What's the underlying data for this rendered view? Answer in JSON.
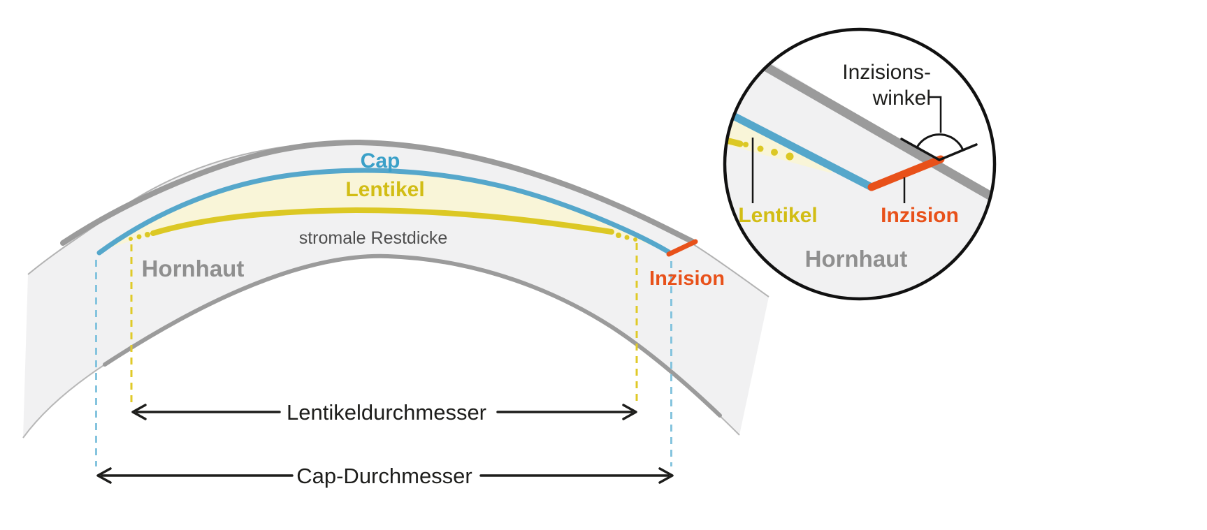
{
  "colors": {
    "blue": "#3aa0c8",
    "blue_dashed": "#85c4de",
    "yellow": "#dcc824",
    "yellow_text": "#d2bd15",
    "yellow_dashed": "#e0ca28",
    "pale_yellow": "#f9f5d8",
    "orange": "#e8511a",
    "gray_line": "#9b9b9b",
    "gray_band": "#f1f1f2",
    "gray_label": "#8f8f8f",
    "dark_gray_label": "#4e4e4e",
    "black": "#1d1d1b"
  },
  "main_diagram": {
    "labels": {
      "cap": "Cap",
      "lentikel": "Lentikel",
      "stromale_restdicke": "stromale Restdicke",
      "hornhaut": "Hornhaut",
      "inzision": "Inzision"
    },
    "measurements": {
      "lentikel_durchmesser": "Lentikeldurchmesser",
      "cap_durchmesser": "Cap-Durchmesser"
    }
  },
  "inset": {
    "labels": {
      "inzisionswinkel_line1": "Inzisions-",
      "inzisionswinkel_line2": "winkel",
      "lentikel": "Lentikel",
      "inzision": "Inzision",
      "hornhaut": "Hornhaut"
    }
  }
}
